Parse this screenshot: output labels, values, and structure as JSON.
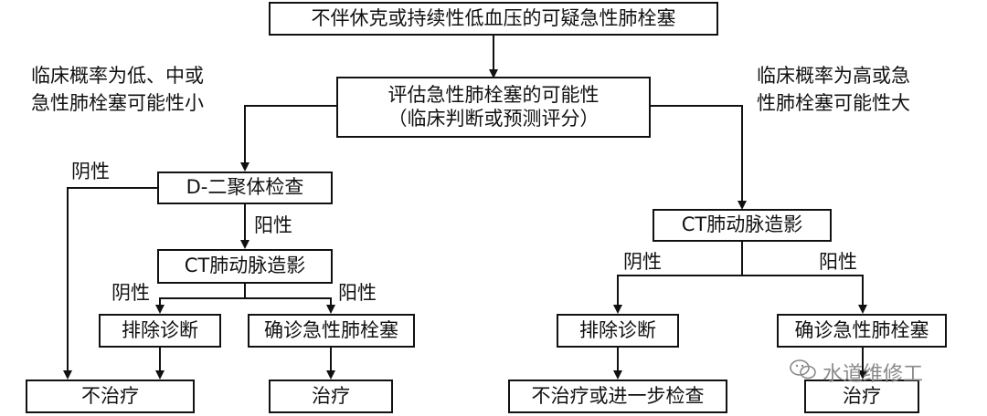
{
  "title": "不伴休克或持续性低血压的可疑急性肺栓塞",
  "assess": {
    "line1": "评估急性肺栓塞的可能性",
    "line2": "（临床判断或预测评分）"
  },
  "left_condition": {
    "line1": "临床概率为低、中或",
    "line2": "急性肺栓塞可能性小"
  },
  "right_condition": {
    "line1": "临床概率为高或急",
    "line2": "性肺栓塞可能性大"
  },
  "nodes": {
    "d_dimer": "D-二聚体检查",
    "ct_left": "CT肺动脉造影",
    "ct_right": "CT肺动脉造影",
    "exclude_left": "排除诊断",
    "confirm_left": "确诊急性肺栓塞",
    "exclude_right": "排除诊断",
    "confirm_right": "确诊急性肺栓塞",
    "no_treat": "不治疗",
    "treat_left": "治疗",
    "no_treat_further": "不治疗或进一步检查",
    "treat_right": "治疗"
  },
  "edge_labels": {
    "negative": "阴性",
    "positive": "阳性"
  },
  "watermark": {
    "text": "水道维修工",
    "icon": "wechat-icon"
  }
}
